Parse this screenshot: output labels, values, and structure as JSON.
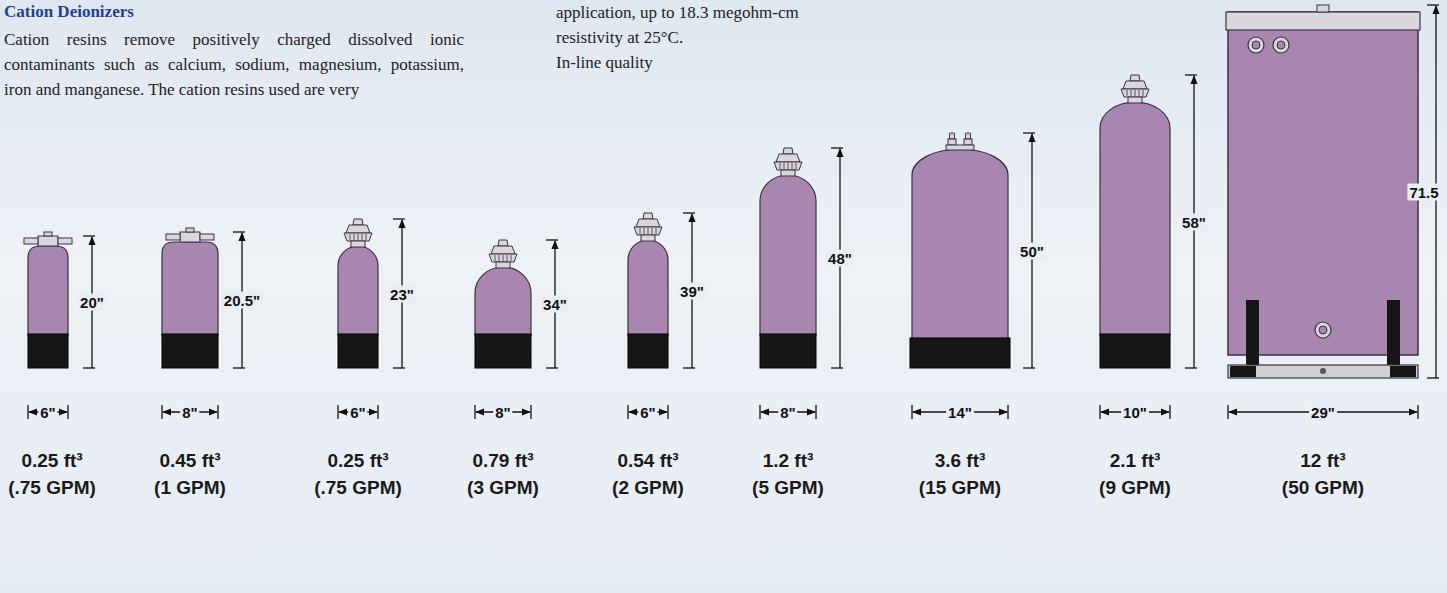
{
  "diagram": {
    "title": "Cation Deionizers",
    "labels": [
      "Cation resins remove positively charged dissolved ionic contaminants such as calcium, sodium, magnesium, potassium, iron and manganese. The cation resins used are very",
      "application, up to 18.3 megohm-cm resistivity at 25°C.",
      "In-line quality",
      "20\"",
      "6\"",
      "0.25 ft³",
      "(.75 GPM)",
      "20.5\"",
      "8\"",
      "0.45 ft³",
      "(1 GPM)",
      "23\"",
      "6\"",
      "0.25 ft³",
      "(.75 GPM)",
      "34\"",
      "8\"",
      "0.79 ft³",
      "(3 GPM)",
      "39\"",
      "6\"",
      "0.54 ft³",
      "(2 GPM)",
      "48\"",
      "8\"",
      "1.2 ft³",
      "(5 GPM)",
      "50\"",
      "14\"",
      "3.6 ft³",
      "(15 GPM)",
      "58\"",
      "10\"",
      "2.1 ft³",
      "(9 GPM)",
      "71.5",
      "29\"",
      "12 ft³",
      "(50 GPM)"
    ]
  }
}
